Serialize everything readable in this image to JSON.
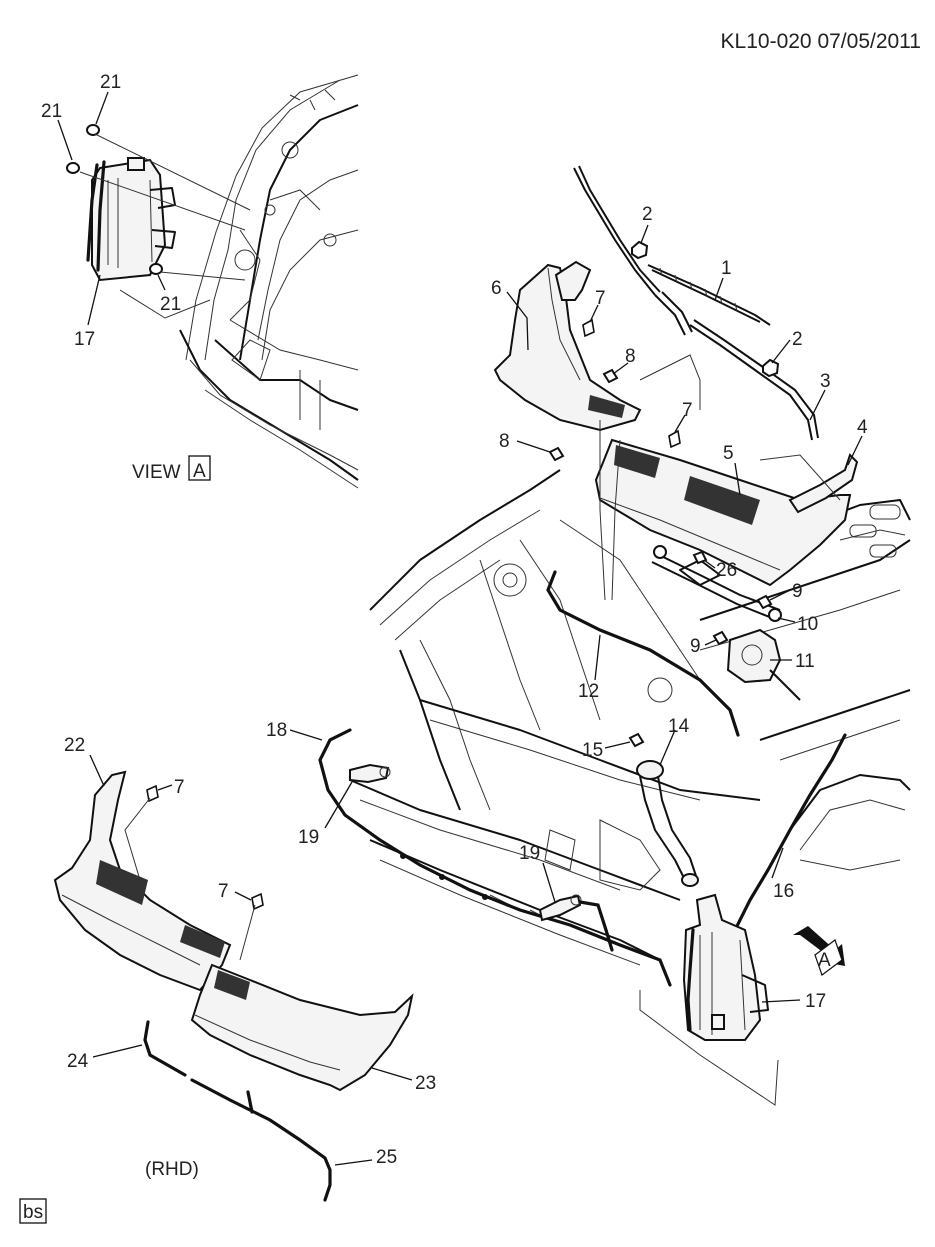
{
  "header": {
    "code": "KL10-020 07/05/2011"
  },
  "view_label": "VIEW",
  "view_letter": "A",
  "arrow_letter": "A",
  "rhd_label": "(RHD)",
  "corner_badge": "bs",
  "callouts": {
    "c1": "1",
    "c2a": "2",
    "c2b": "2",
    "c3": "3",
    "c4": "4",
    "c5": "5",
    "c6": "6",
    "c7a": "7",
    "c7b": "7",
    "c7c": "7",
    "c7d": "7",
    "c8a": "8",
    "c8b": "8",
    "c9a": "9",
    "c9b": "9",
    "c10": "10",
    "c11": "11",
    "c12": "12",
    "c14": "14",
    "c15": "15",
    "c16": "16",
    "c17a": "17",
    "c17b": "17",
    "c18": "18",
    "c19a": "19",
    "c19b": "19",
    "c21a": "21",
    "c21b": "21",
    "c21c": "21",
    "c22": "22",
    "c23": "23",
    "c24": "24",
    "c25": "25",
    "c26": "26"
  }
}
